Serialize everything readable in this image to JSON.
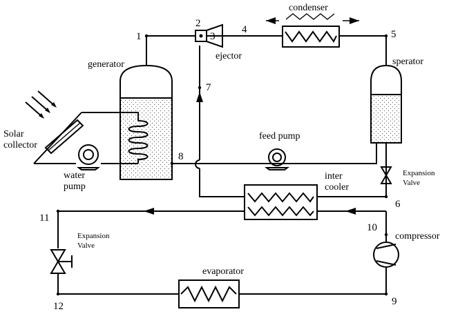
{
  "labels": {
    "condenser": "condenser",
    "ejector": "ejector",
    "generator": "generator",
    "separator": "sperator",
    "solar_collector_line1": "Solar",
    "solar_collector_line2": "collector",
    "water_pump_line1": "water",
    "water_pump_line2": "pump",
    "feed_pump": "feed pump",
    "inter_cooler_line1": "inter",
    "inter_cooler_line2": "cooler",
    "expansion_valve_right_line1": "Expansion",
    "expansion_valve_right_line2": "Valve",
    "expansion_valve_left_line1": "Expansion",
    "expansion_valve_left_line2": "Valve",
    "compressor": "compressor",
    "evaporator": "evaporator"
  },
  "state_points": [
    "1",
    "2",
    "3",
    "4",
    "5",
    "6",
    "7",
    "8",
    "9",
    "10",
    "11",
    "12"
  ]
}
